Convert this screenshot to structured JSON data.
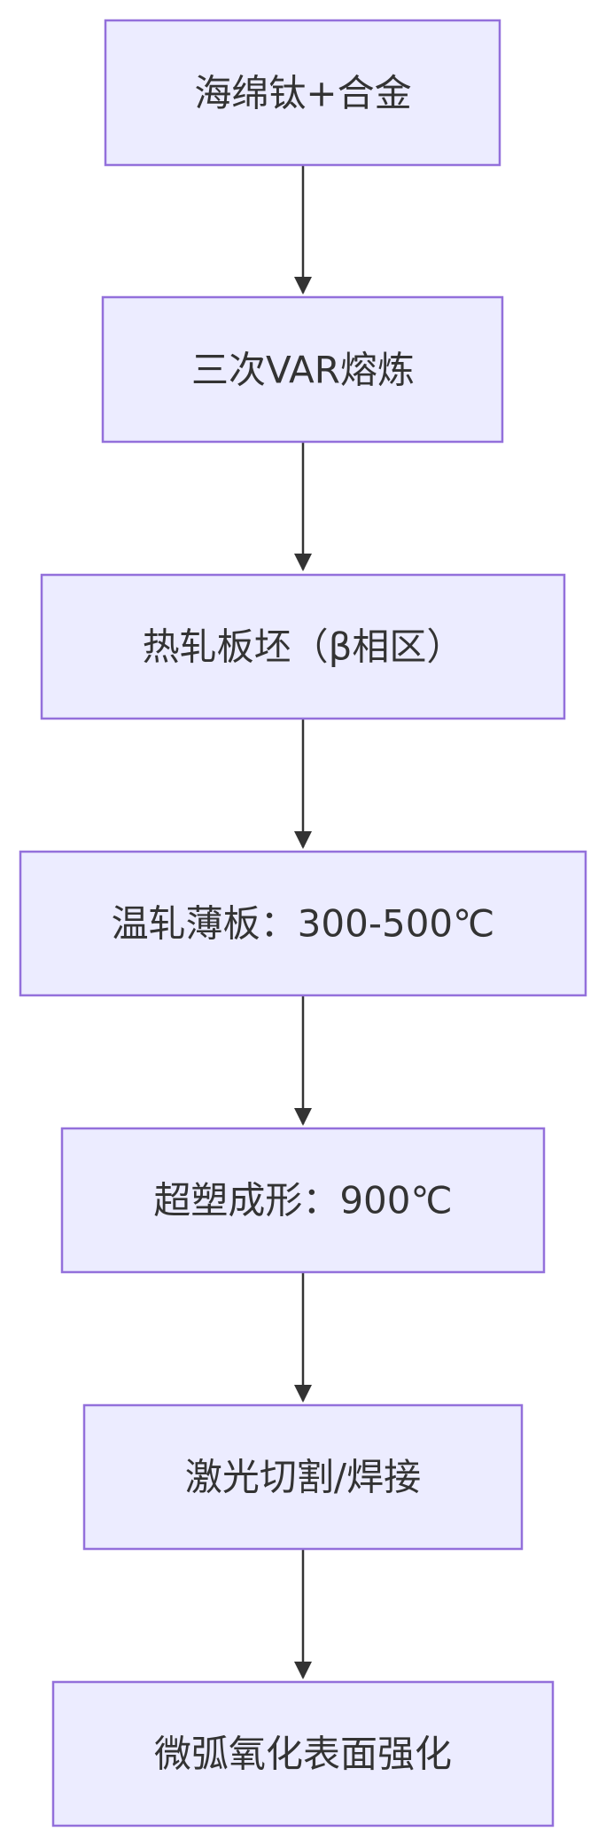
{
  "diagram": {
    "type": "flowchart",
    "direction": "top-down",
    "colors": {
      "node_fill": "#ECECFF",
      "node_stroke": "#9370DB",
      "edge": "#333333",
      "text": "#333333",
      "background": "#FFFFFF"
    },
    "nodes": [
      {
        "id": "n1",
        "label": "海绵钛+合金"
      },
      {
        "id": "n2",
        "label": "三次VAR熔炼"
      },
      {
        "id": "n3",
        "label": "热轧板坯（β相区）"
      },
      {
        "id": "n4",
        "label": "温轧薄板：300-500℃"
      },
      {
        "id": "n5",
        "label": "超塑成形：900℃"
      },
      {
        "id": "n6",
        "label": "激光切割/焊接"
      },
      {
        "id": "n7",
        "label": "微弧氧化表面强化"
      }
    ],
    "edges": [
      {
        "from": "n1",
        "to": "n2"
      },
      {
        "from": "n2",
        "to": "n3"
      },
      {
        "from": "n3",
        "to": "n4"
      },
      {
        "from": "n4",
        "to": "n5"
      },
      {
        "from": "n5",
        "to": "n6"
      },
      {
        "from": "n6",
        "to": "n7"
      }
    ]
  }
}
